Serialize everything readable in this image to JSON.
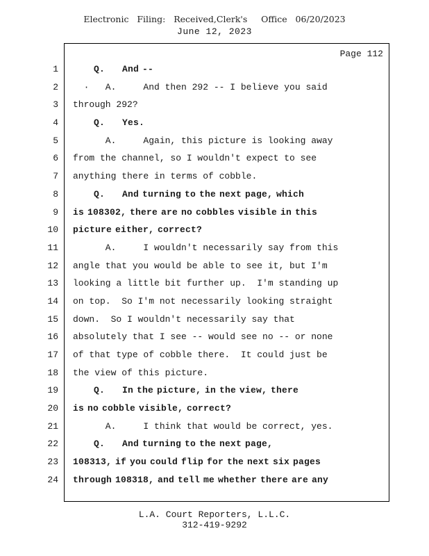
{
  "header": {
    "filing_line": "Electronic   Filing:   Received,Clerk's     Office   06/20/2023",
    "date_line": "June 12, 2023"
  },
  "page": {
    "label": "Page 112"
  },
  "transcript": {
    "lines": [
      {
        "n": "1",
        "text": "      Q.     And --",
        "bold": true
      },
      {
        "n": "2",
        "text": "  ·   A.     And then 292 -- I believe you said",
        "bold": false
      },
      {
        "n": "3",
        "text": "through 292?",
        "bold": false
      },
      {
        "n": "4",
        "text": "      Q.     Yes.",
        "bold": true
      },
      {
        "n": "5",
        "text": "      A.     Again, this picture is looking away",
        "bold": false
      },
      {
        "n": "6",
        "text": "from the channel, so I wouldn't expect to see",
        "bold": false
      },
      {
        "n": "7",
        "text": "anything there in terms of cobble.",
        "bold": false
      },
      {
        "n": "8",
        "text": "      Q.     And turning to the next page, which",
        "bold": true
      },
      {
        "n": "9",
        "text": "is 108302, there are no cobbles visible in this",
        "bold": true
      },
      {
        "n": "10",
        "text": "picture either, correct?",
        "bold": true
      },
      {
        "n": "11",
        "text": "      A.     I wouldn't necessarily say from this",
        "bold": false
      },
      {
        "n": "12",
        "text": "angle that you would be able to see it, but I'm",
        "bold": false
      },
      {
        "n": "13",
        "text": "looking a little bit further up.  I'm standing up",
        "bold": false
      },
      {
        "n": "14",
        "text": "on top.  So I'm not necessarily looking straight",
        "bold": false
      },
      {
        "n": "15",
        "text": "down.  So I wouldn't necessarily say that",
        "bold": false
      },
      {
        "n": "16",
        "text": "absolutely that I see -- would see no -- or none",
        "bold": false
      },
      {
        "n": "17",
        "text": "of that type of cobble there.  It could just be",
        "bold": false
      },
      {
        "n": "18",
        "text": "the view of this picture.",
        "bold": false
      },
      {
        "n": "19",
        "text": "      Q.     In the picture, in the view, there",
        "bold": true
      },
      {
        "n": "20",
        "text": "is no cobble visible, correct?",
        "bold": true
      },
      {
        "n": "21",
        "text": "      A.     I think that would be correct, yes.",
        "bold": false
      },
      {
        "n": "22",
        "text": "      Q.     And turning to the next page,",
        "bold": true
      },
      {
        "n": "23",
        "text": "108313, if you could flip for the next six pages",
        "bold": true
      },
      {
        "n": "24",
        "text": "through 108318, and tell me whether there are any",
        "bold": true
      }
    ]
  },
  "footer": {
    "company": "L.A. Court Reporters, L.L.C.",
    "phone": "312-419-9292"
  }
}
